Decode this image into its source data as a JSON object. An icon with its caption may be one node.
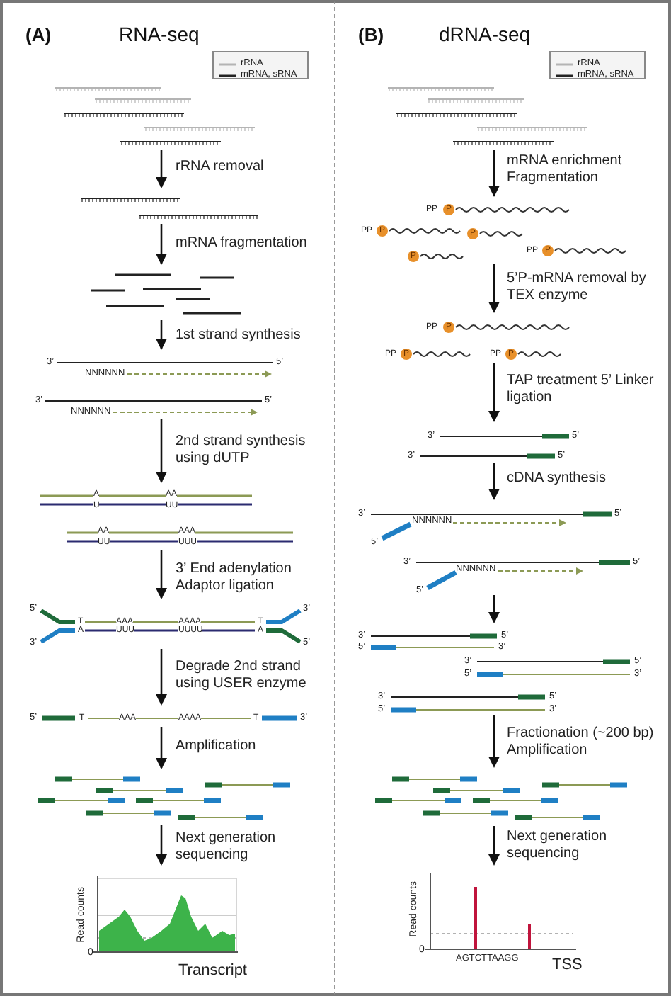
{
  "diagram": {
    "nodes": [
      {
        "text": [
          "(A)",
          "RNA-seq"
        ]
      },
      {
        "text": [],
        "shape": "picture",
        "in": 0
      },
      {
        "text": [],
        "shape": "picture",
        "in": 0
      },
      {
        "text": [],
        "shape": "picture",
        "in": 0
      },
      {
        "text": [
          "3’",
          "5’",
          "NNNNNN",
          "3’",
          "5’",
          "NNNNNN"
        ],
        "in": 0
      },
      {
        "text": [
          "A",
          "U",
          "AA",
          "UU",
          "AA",
          "UU",
          "AAA",
          "UUU"
        ],
        "in": 0
      },
      {
        "text": [
          "5’",
          "3’",
          "T",
          "A",
          "AAA",
          "UUU",
          "AAAA",
          "UUUU",
          "T",
          "A",
          "3’",
          "5’"
        ],
        "in": 0
      },
      {
        "text": [
          "5’",
          "T",
          "AAA",
          "AAAA",
          "T",
          "3’"
        ],
        "in": 0
      },
      {
        "text": [],
        "shape": "picture",
        "in": 0
      },
      {
        "text": [
          "Read counts",
          "0",
          "Transcript"
        ],
        "in": 0
      },
      {
        "text": [
          "(B)",
          "dRNA-seq"
        ]
      },
      {
        "text": [],
        "shape": "picture",
        "in": 10
      },
      {
        "text": [
          "PP",
          "P",
          "PP",
          "P",
          "P",
          "PP",
          "P",
          "P"
        ],
        "in": 10
      },
      {
        "text": [
          "PP",
          "P",
          "PP",
          "P",
          "PP",
          "P"
        ],
        "in": 10
      },
      {
        "text": [
          "3’",
          "5’",
          "3’",
          "5’"
        ],
        "in": 10
      },
      {
        "text": [
          "3’",
          "5’",
          "NNNNNN",
          "5’",
          "3’",
          "5’",
          "NNNNNN",
          "5’"
        ],
        "in": 10
      },
      {
        "text": [
          "3’",
          "5’",
          "5’",
          "3’",
          "3’",
          "5’",
          "5’",
          "3’",
          "3’",
          "5’",
          "5’",
          "3’"
        ],
        "in": 10
      },
      {
        "text": [],
        "shape": "picture",
        "in": 10
      },
      {
        "text": [
          "Read counts",
          "0",
          "AGTCTTAAGG",
          "TSS"
        ],
        "in": 10
      }
    ],
    "edges": [
      {
        "from": 1,
        "to": 2,
        "arrow": "to",
        "label": "rRNA removal"
      },
      {
        "from": 2,
        "to": 3,
        "arrow": "to",
        "label": "mRNA fragmentation"
      },
      {
        "from": 3,
        "to": 4,
        "arrow": "to",
        "label": "1st strand synthesis"
      },
      {
        "from": 4,
        "to": 5,
        "arrow": "to",
        "label": "2nd strand synthesis using dUTP"
      },
      {
        "from": 5,
        "to": 6,
        "arrow": "to",
        "label": "3’ End adenylation Adaptor ligation"
      },
      {
        "from": 6,
        "to": 7,
        "arrow": "to",
        "label": "Degrade 2nd strand using USER enzyme"
      },
      {
        "from": 7,
        "to": 8,
        "arrow": "to",
        "label": "Amplification"
      },
      {
        "from": 8,
        "to": 9,
        "arrow": "to",
        "label": "Next generation sequencing"
      },
      {
        "from": 11,
        "to": 12,
        "arrow": "to",
        "label": "mRNA enrichment Fragmentation"
      },
      {
        "from": 12,
        "to": 13,
        "arrow": "to",
        "label": "5’P-mRNA removal by TEX enzyme"
      },
      {
        "from": 13,
        "to": 14,
        "arrow": "to",
        "label": "TAP treatment 5’ Linker ligation"
      },
      {
        "from": 14,
        "to": 15,
        "arrow": "to",
        "label": "cDNA synthesis"
      },
      {
        "from": 15,
        "to": 16,
        "arrow": "to"
      },
      {
        "from": 16,
        "to": 17,
        "arrow": "to",
        "label": "Fractionation (~200 bp) Amplification"
      },
      {
        "from": 17,
        "to": 18,
        "arrow": "to",
        "label": "Next generation sequencing"
      }
    ],
    "legend": [
      {
        "text": "rRNA"
      },
      {
        "text": "mRNA, sRNA"
      },
      {
        "text": "rRNA"
      },
      {
        "text": "mRNA, sRNA"
      }
    ]
  }
}
